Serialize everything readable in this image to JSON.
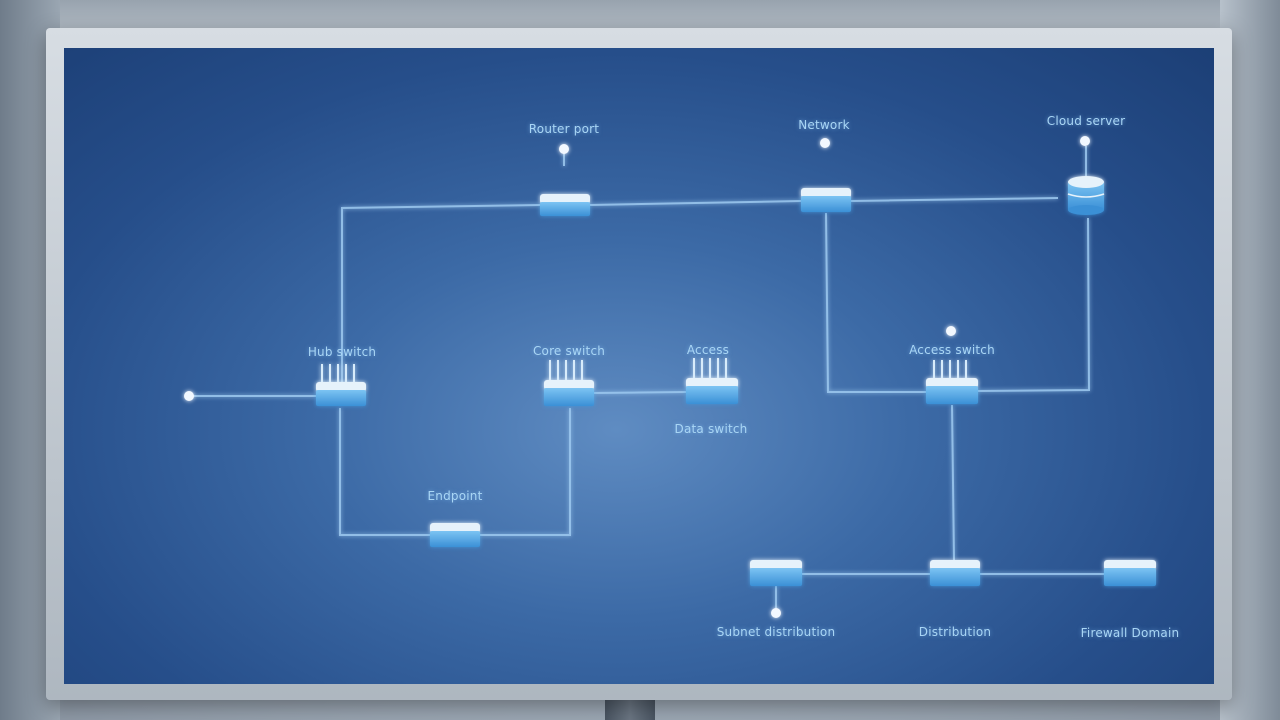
{
  "scene": "monitor displaying network topology diagram",
  "colors": {
    "screen_bg": "#2b5590",
    "line": "#9cc8ef",
    "device_top": "#e6f2fb",
    "device_front": "#4aa3e2",
    "label": "#a9d6f5"
  },
  "labels": {
    "top_left": "Router port",
    "top_mid": "Network",
    "top_right": "Cloud server",
    "mid_left": "Hub switch",
    "mid_center": "Core switch",
    "mid_center_right": "Access",
    "mid_center_right_sub": "Data switch",
    "mid_right": "Access switch",
    "bottom_mid": "Endpoint",
    "bottom_left_row": "Subnet distribution",
    "bottom_mid_row": "Distribution",
    "bottom_right_row": "Firewall Domain"
  }
}
